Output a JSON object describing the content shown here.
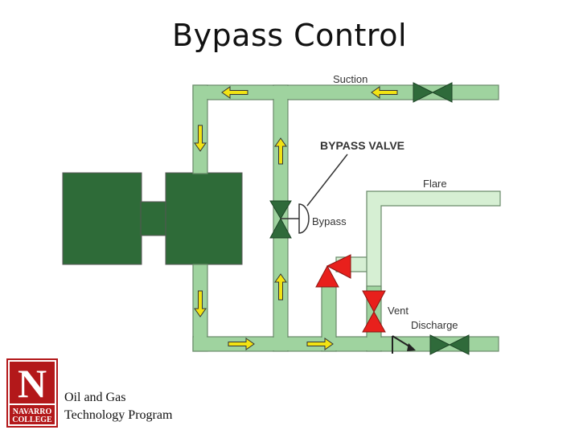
{
  "slide": {
    "title": "Bypass Control"
  },
  "diagram": {
    "labels": {
      "suction": "Suction",
      "bypass_valve": "BYPASS VALVE",
      "flare": "Flare",
      "bypass": "Bypass",
      "vent": "Vent",
      "discharge": "Discharge"
    },
    "colors": {
      "pipe_fill": "#9fd39f",
      "pipe_outline": "#6a8a6a",
      "flare_pipe_fill": "#d6efd3",
      "machine": "#2e6b38",
      "valve_green": "#2f6a3a",
      "valve_red": "#e8201c",
      "arrow_yellow": "#f2e313"
    },
    "icons": [
      "gate-valve-icon",
      "control-valve-icon",
      "relief-valve-icon",
      "flow-arrow-icon",
      "check-valve-icon"
    ]
  },
  "logo": {
    "line1": "N",
    "line2": "NAVARRO",
    "line3": "COLLEGE"
  },
  "footer": {
    "line1": "Oil and Gas",
    "line2": "Technology Program"
  }
}
